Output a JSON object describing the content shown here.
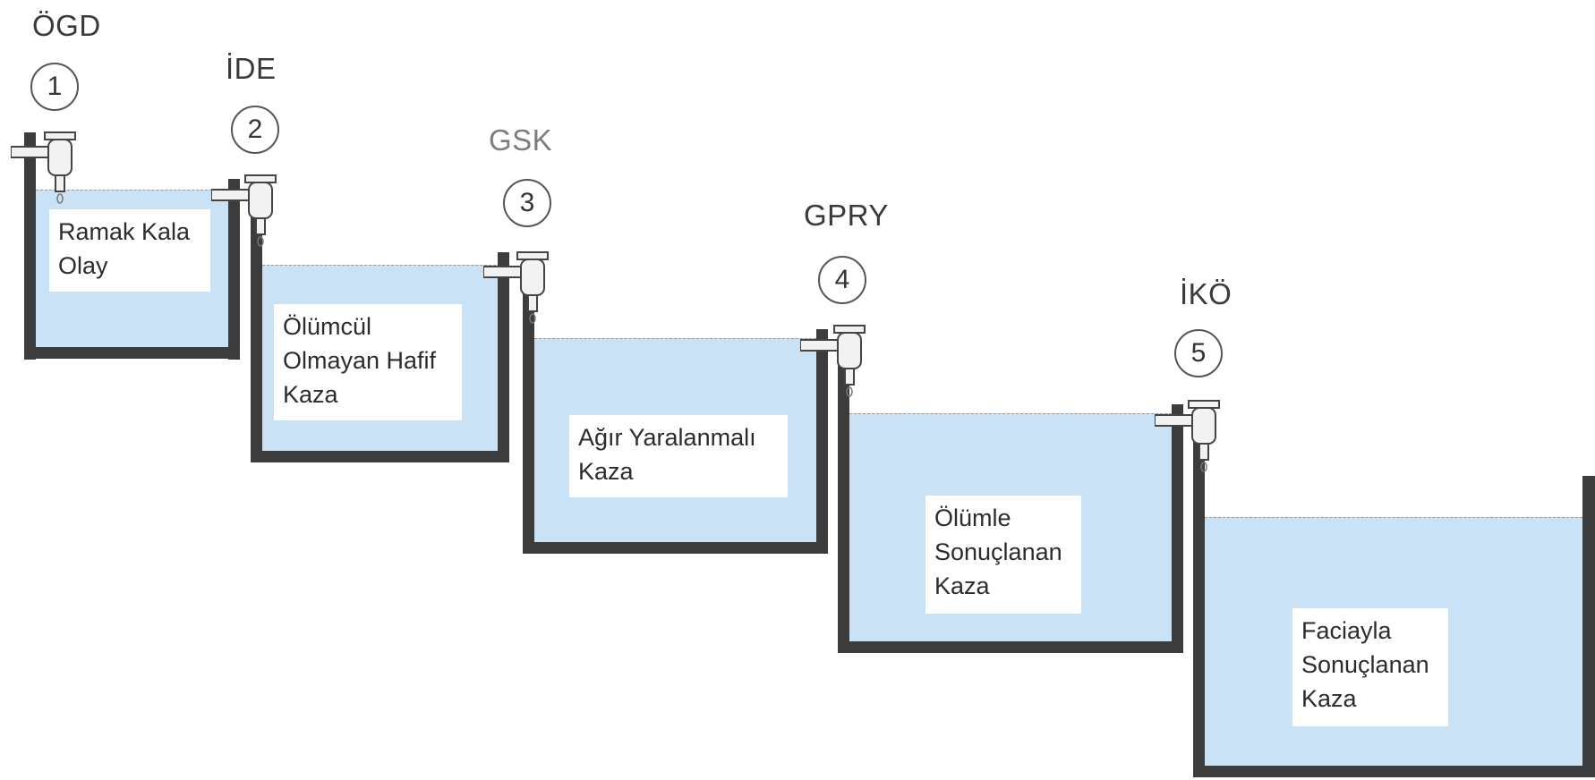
{
  "stages": [
    {
      "code": "ÖGD",
      "number": "1",
      "label": "Ramak Kala\nOlay"
    },
    {
      "code": "İDE",
      "number": "2",
      "label": "Ölümcül\nOlmayan Hafif\nKaza"
    },
    {
      "code": "GSK",
      "number": "3",
      "label": "Ağır Yaralanmalı\nKaza"
    },
    {
      "code": "GPRY",
      "number": "4",
      "label": "Ölümle\nSonuçlanan\nKaza"
    },
    {
      "code": "İKÖ",
      "number": "5",
      "label": "Faciayla\nSonuçlanan\nKaza"
    }
  ],
  "colors": {
    "water": "#c9e2f5",
    "wall": "#3c3c3c",
    "faucet": "#f2f2f2"
  }
}
